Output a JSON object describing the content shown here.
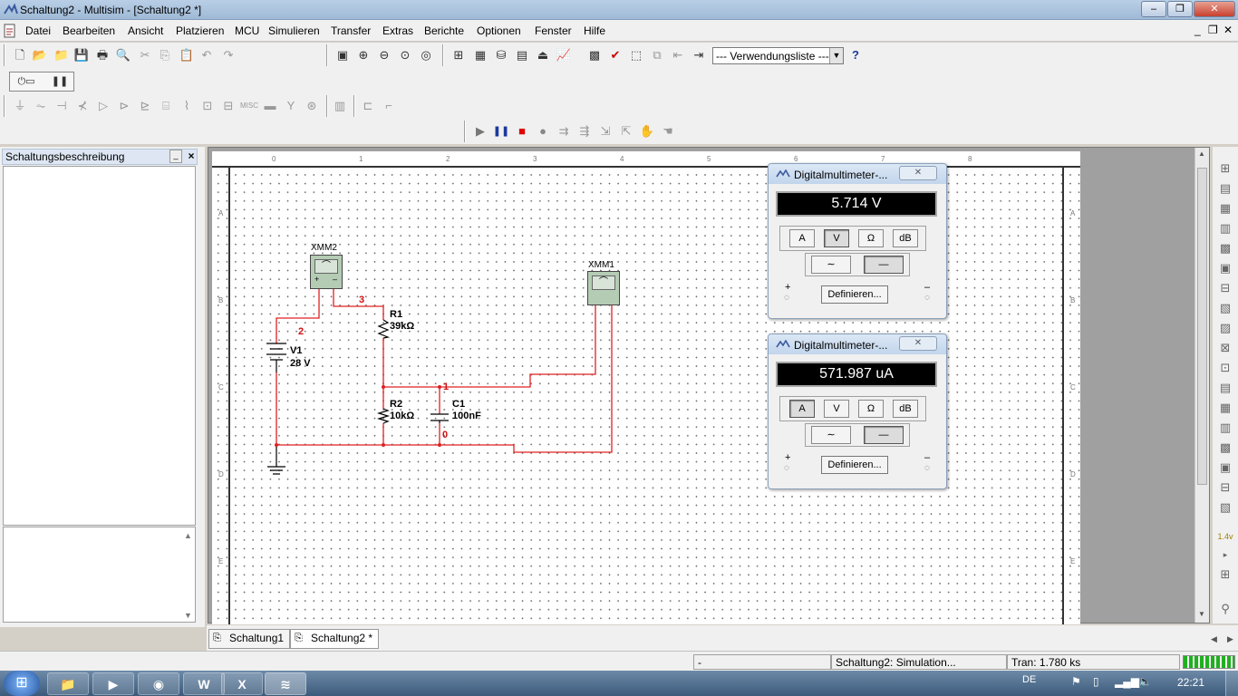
{
  "window": {
    "title": "Schaltung2 - Multisim - [Schaltung2 *]",
    "minimize": "–",
    "maximize": "❐",
    "close": "✕"
  },
  "menu": [
    "Datei",
    "Bearbeiten",
    "Ansicht",
    "Platzieren",
    "MCU",
    "Simulieren",
    "Transfer",
    "Extras",
    "Berichte",
    "Optionen",
    "Fenster",
    "Hilfe"
  ],
  "mdi_controls": {
    "minimize": "_",
    "restore": "❐",
    "close": "✕"
  },
  "toolbar": {
    "dropdown_value": "--- Verwendungsliste ---",
    "help": "?"
  },
  "left_panel": {
    "title": "Schaltungsbeschreibung"
  },
  "circuit": {
    "parts": {
      "xmm2": "XMM2",
      "xmm1": "XMM1",
      "r1_name": "R1",
      "r1_value": "39kΩ",
      "r2_name": "R2",
      "r2_value": "10kΩ",
      "c1_name": "C1",
      "c1_value": "100nF",
      "v1_name": "V1",
      "v1_value": "28 V"
    },
    "nodes": {
      "n0": "0",
      "n1": "1",
      "n2": "2",
      "n3": "3"
    },
    "rows": [
      "A",
      "B",
      "C",
      "D",
      "E"
    ],
    "cols": [
      "0",
      "1",
      "2",
      "3",
      "4",
      "5",
      "6",
      "7",
      "8"
    ]
  },
  "dmm1": {
    "title": "Digitalmultimeter-...",
    "reading": "5.714 V",
    "modes": [
      "A",
      "V",
      "Ω",
      "dB"
    ],
    "active_mode": "V",
    "define": "Definieren...",
    "plus": "+",
    "minus": "–"
  },
  "dmm2": {
    "title": "Digitalmultimeter-...",
    "reading": "571.987 uA",
    "modes": [
      "A",
      "V",
      "Ω",
      "dB"
    ],
    "active_mode": "A",
    "define": "Definieren...",
    "plus": "+",
    "minus": "–"
  },
  "tabs": [
    "Schaltung1",
    "Schaltung2 *"
  ],
  "status": {
    "field1": "-",
    "field2": "Schaltung2: Simulation...",
    "field3": "Tran: 1.780 ks"
  },
  "taskbar": {
    "lang": "DE",
    "time": "22:21"
  },
  "colors": {
    "wire": "#e02020",
    "node_label": "#d01010",
    "meter_body": "#b4ccb4"
  }
}
